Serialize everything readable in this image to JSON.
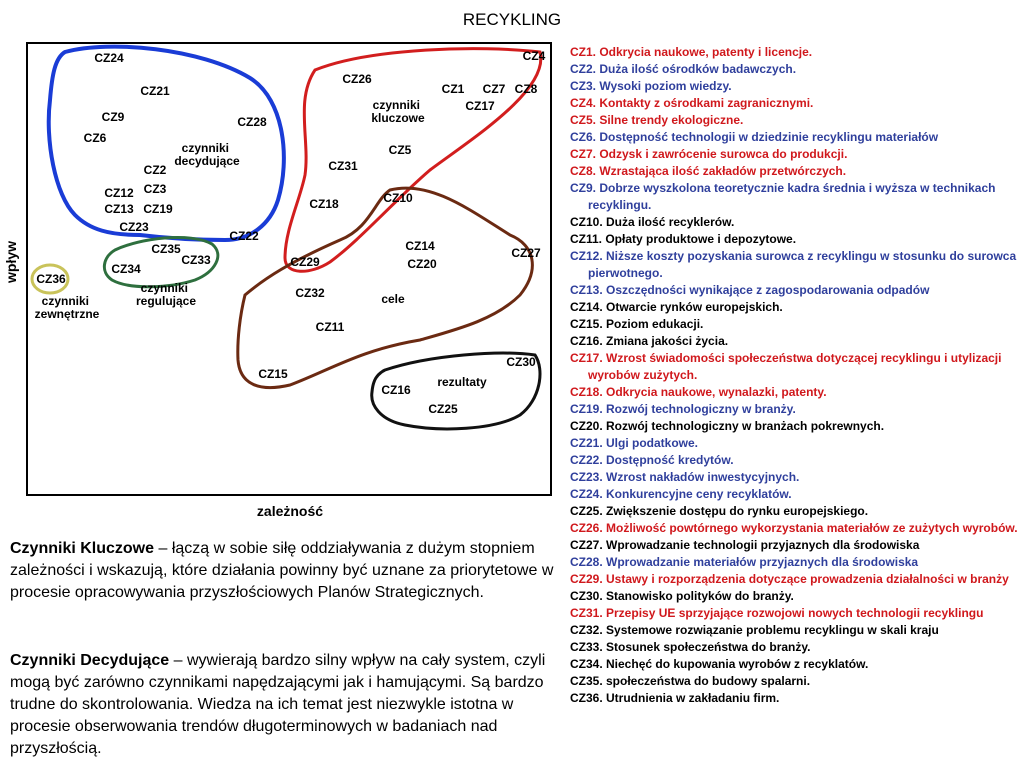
{
  "title": "RECYKLING",
  "diagram": {
    "y_axis_label": "wpływ",
    "x_axis_label": "zależność",
    "groups": {
      "decydujace": {
        "color": "#1a3cd6",
        "label_lines": [
          "czynniki",
          "decydujące"
        ]
      },
      "kluczowe": {
        "color": "#d21e1e",
        "label_lines": [
          "czynniki",
          "kluczowe"
        ]
      },
      "regulujace": {
        "color": "#2e6f3e",
        "label_lines": [
          "czynniki",
          "regulujące"
        ]
      },
      "zewnetrzne": {
        "color": "#c9c35a",
        "label_lines": [
          "czynniki",
          "zewnętrzne"
        ]
      },
      "cele": {
        "color": "#6b2a12",
        "label_lines": [
          "cele"
        ]
      },
      "rezultaty": {
        "color": "#111111",
        "label_lines": [
          "rezultaty"
        ]
      }
    },
    "nodes": [
      "CZ24",
      "CZ21",
      "CZ9",
      "CZ6",
      "CZ28",
      "CZ2",
      "CZ3",
      "CZ12",
      "CZ13",
      "CZ19",
      "CZ23",
      "CZ22",
      "CZ35",
      "CZ33",
      "CZ34",
      "CZ36",
      "CZ4",
      "CZ26",
      "CZ1",
      "CZ7",
      "CZ8",
      "CZ17",
      "CZ5",
      "CZ31",
      "CZ18",
      "CZ10",
      "CZ14",
      "CZ20",
      "CZ27",
      "CZ29",
      "CZ32",
      "CZ11",
      "CZ15",
      "CZ30",
      "CZ16",
      "CZ25"
    ]
  },
  "legend": [
    {
      "text": "CZ1. Odkrycia naukowe, patenty i licencje.",
      "color": "red"
    },
    {
      "text": "CZ2. Duża ilość ośrodków badawczych.",
      "color": "blue"
    },
    {
      "text": "CZ3. Wysoki poziom wiedzy.",
      "color": "blue"
    },
    {
      "text": "CZ4. Kontakty z ośrodkami zagranicznymi.",
      "color": "red"
    },
    {
      "text": "CZ5. Silne trendy ekologiczne.",
      "color": "red"
    },
    {
      "text": "CZ6. Dostępność technologii w dziedzinie recyklingu materiałów",
      "color": "blue"
    },
    {
      "text": "CZ7. Odzysk i zawrócenie surowca do produkcji.",
      "color": "red"
    },
    {
      "text": "CZ8. Wzrastająca ilość zakładów przetwórczych.",
      "color": "red"
    },
    {
      "text": "CZ9. Dobrze wyszkolona teoretycznie kadra średnia i wyższa w technikach recyklingu.",
      "color": "blue"
    },
    {
      "text": "CZ10. Duża ilość recyklerów.",
      "color": "black"
    },
    {
      "text": "CZ11. Opłaty produktowe i depozytowe.",
      "color": "black"
    },
    {
      "text": "CZ12. Niższe koszty pozyskania surowca z recyklingu w stosunku do surowca pierwotnego.",
      "color": "blue"
    },
    {
      "text": "CZ13. Oszczędności wynikające z zagospodarowania odpadów",
      "color": "blue"
    },
    {
      "text": "CZ14. Otwarcie rynków europejskich.",
      "color": "black"
    },
    {
      "text": "CZ15. Poziom edukacji.",
      "color": "black"
    },
    {
      "text": "CZ16. Zmiana jakości życia.",
      "color": "black"
    },
    {
      "text": "CZ17. Wzrost świadomości społeczeństwa dotyczącej recyklingu i utylizacji wyrobów zużytych.",
      "color": "red"
    },
    {
      "text": "CZ18. Odkrycia naukowe, wynalazki, patenty.",
      "color": "red"
    },
    {
      "text": "CZ19. Rozwój technologiczny w branży.",
      "color": "blue"
    },
    {
      "text": "CZ20. Rozwój technologiczny w branżach pokrewnych.",
      "color": "black"
    },
    {
      "text": "CZ21. Ulgi podatkowe.",
      "color": "blue"
    },
    {
      "text": "CZ22. Dostępność kredytów.",
      "color": "blue"
    },
    {
      "text": "CZ23. Wzrost nakładów inwestycyjnych.",
      "color": "blue"
    },
    {
      "text": "CZ24. Konkurencyjne ceny recyklatów.",
      "color": "blue"
    },
    {
      "text": "CZ25. Zwiększenie dostępu do rynku europejskiego.",
      "color": "black"
    },
    {
      "text": "CZ26. Możliwość powtórnego wykorzystania materiałów ze zużytych wyrobów.",
      "color": "red"
    },
    {
      "text": "CZ27. Wprowadzanie technologii przyjaznych dla środowiska",
      "color": "black"
    },
    {
      "text": "CZ28. Wprowadzanie materiałów przyjaznych dla środowiska",
      "color": "blue"
    },
    {
      "text": "CZ29. Ustawy i rozporządzenia dotyczące prowadzenia działalności w branży",
      "color": "red"
    },
    {
      "text": "CZ30. Stanowisko polityków do branży.",
      "color": "black"
    },
    {
      "text": "CZ31. Przepisy UE sprzyjające rozwojowi nowych technologii recyklingu",
      "color": "red"
    },
    {
      "text": "CZ32. Systemowe rozwiązanie problemu recyklingu w skali kraju",
      "color": "black"
    },
    {
      "text": "CZ33. Stosunek społeczeństwa do branży.",
      "color": "black"
    },
    {
      "text": "CZ34. Niechęć do kupowania wyrobów z recyklatów.",
      "color": "black"
    },
    {
      "text": "CZ35.  społeczeństwa do budowy spalarni.",
      "color": "black"
    },
    {
      "text": "CZ36. Utrudnienia w zakładaniu firm.",
      "color": "black"
    }
  ],
  "descriptions": [
    {
      "term": "Czynniki Kluczowe",
      "text": " – łączą w sobie siłę oddziaływania z dużym stopniem zależności i wskazują, które działania powinny być uznane za priorytetowe w procesie opracowywania przyszłościowych Planów Strategicznych."
    },
    {
      "term": "Czynniki Decydujące",
      "text": " – wywierają bardzo silny wpływ na cały system, czyli mogą być zarówno czynnikami napędzającymi jak i hamującymi. Są bardzo trudne do skontrolowania. Wiedza na ich temat jest niezwykle istotna w procesie obserwowania trendów długoterminowych w badaniach nad przyszłością."
    }
  ]
}
